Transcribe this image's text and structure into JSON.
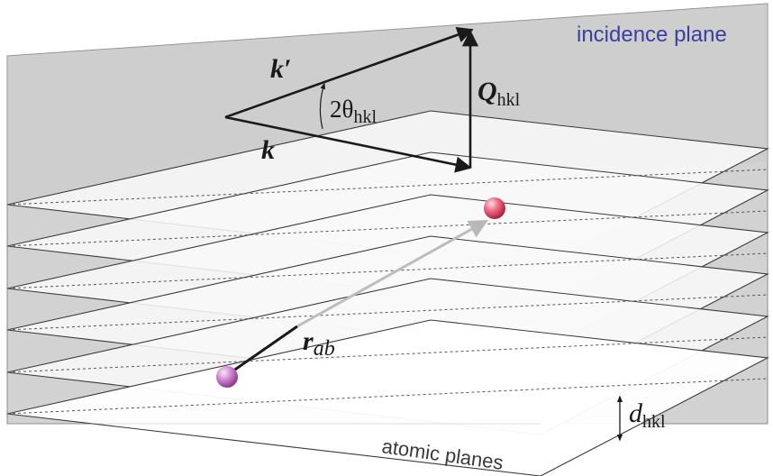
{
  "labels": {
    "incidence_plane": "incidence plane",
    "k_prime": "k′",
    "k": "k",
    "two_theta_main": "2θ",
    "two_theta_sub": "hkl",
    "q_main": "Q",
    "q_sub": "hkl",
    "r_main": "r",
    "r_sub": "ab",
    "d_main": "d",
    "d_sub": "hkl",
    "atomic_planes": "atomic planes"
  },
  "colors": {
    "incidence_plane_fill": "#d2d2d2",
    "incidence_label": "#3b3fa0",
    "atomic_plane_fill": "#f7f7f7",
    "edge": "#3a3a3a",
    "vector": "#1a1a1a",
    "atom_front": "#e0506a",
    "atom_back": "#c878c8"
  }
}
